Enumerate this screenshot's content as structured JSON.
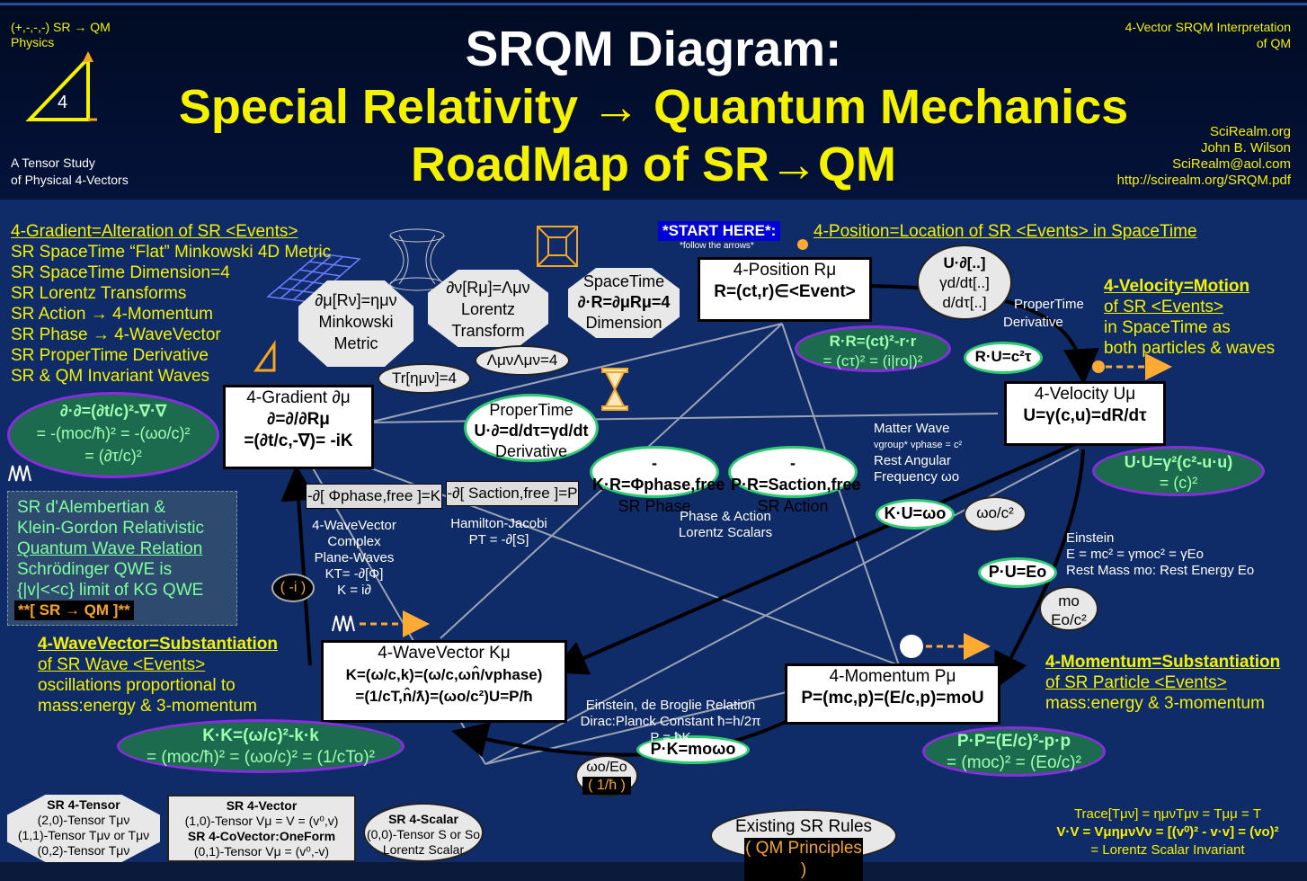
{
  "header": {
    "title": "SRQM Diagram:",
    "subtitle": "Special Relativity → Quantum Mechanics",
    "subtitle2": "RoadMap of SR→QM",
    "top_left_line1": "(+,-,-,-) SR → QM",
    "top_left_line2": "Physics",
    "tri_number": "4",
    "bottom_left_line1": "A Tensor Study",
    "bottom_left_line2": "of Physical 4-Vectors",
    "top_right_line1": "4-Vector SRQM Interpretation",
    "top_right_line2": "of QM",
    "site": "SciRealm.org",
    "author": "John B. Wilson",
    "email": "SciRealm@aol.com",
    "url": "http://scirealm.org/SRQM.pdf"
  },
  "left_list": {
    "gradient_def": "4-Gradient=Alteration of SR <Events>",
    "items": [
      "SR SpaceTime “Flat” Minkowski 4D Metric",
      "SR SpaceTime Dimension=4",
      "SR Lorentz Transforms",
      "SR Action → 4-Momentum",
      "SR Phase → 4-WaveVector",
      "SR ProperTime Derivative",
      "SR & QM Invariant Waves"
    ]
  },
  "start": {
    "label": "*START HERE*:",
    "sub": "*follow the arrows*"
  },
  "position_def": "4-Position=Location of SR <Events> in SpaceTime",
  "velocity_def": {
    "l1": "4-Velocity=Motion",
    "l2": "of SR <Events>",
    "l3": "in SpaceTime as",
    "l4": "both particles & waves"
  },
  "momentum_def": {
    "l1": "4-Momentum=Substantiation",
    "l2": "of SR Particle <Events>",
    "l3": "mass:energy & 3-momentum"
  },
  "wavevector_def": {
    "l1": "4-WaveVector=Substantiation",
    "l2": "of SR Wave <Events>",
    "l3": "oscillations proportional to",
    "l4": "mass:energy & 3-momentum"
  },
  "boxes": {
    "position": {
      "title": "4-Position Rμ",
      "formula": "R=(ct,r)∈<Event>"
    },
    "velocity": {
      "title": "4-Velocity Uμ",
      "formula": "U=γ(c,u)=dR/dτ"
    },
    "gradient": {
      "title": "4-Gradient ∂μ",
      "formula1": "∂=∂/∂Rμ",
      "formula2": "=(∂t/c,-∇)= -iK"
    },
    "wavevector": {
      "title": "4-WaveVector Kμ",
      "formula1": "K=(ω/c,k)=(ω/c,ωn̂/vphase)",
      "formula2": "=(1/cT,n̂/ƛ)=(ωo/c²)U=P/ħ"
    },
    "momentum": {
      "title": "4-Momentum Pμ",
      "formula": "P=(mc,p)=(E/c,p)=moU"
    }
  },
  "octagons": {
    "minkowski": {
      "l1": "∂μ[Rν]=ημν",
      "l2": "Minkowski",
      "l3": "Metric"
    },
    "lorentz": {
      "l1": "∂ν[Rμ]=Λμν",
      "l2": "Lorentz",
      "l3": "Transform"
    },
    "spacetime": {
      "l1": "SpaceTime",
      "l2": "∂·R=∂μRμ=4",
      "l3": "Dimension"
    }
  },
  "ovals": {
    "trace": "Tr[ημν]=4",
    "lambda": "ΛμνΛμν=4",
    "rr1": "R·R=(ct)²-r·r",
    "rr2": "= (cτ)² = (i|ro|)²",
    "ru": "R·U=c²τ",
    "ud1": "U·∂[..]",
    "ud2": "γd/dt[..]",
    "ud3": "d/dτ[..]",
    "propertime_label": "ProperTime",
    "derivative_label": "Derivative",
    "uu1": "U·U=γ²(c²-u·u)",
    "uu2": "= (c)²",
    "pt1": "ProperTime",
    "pt2": "U·∂=d/dτ=γd/dt",
    "pt3": "Derivative",
    "kr1": "-K·R=Φphase,free",
    "kr2": "SR Phase",
    "pr1": "-P·R=Saction,free",
    "pr2": "SR Action",
    "ku": "K·U=ωo",
    "woc2": "ωo/c²",
    "pu": "P·U=Eo",
    "mo1": "mo",
    "mo2": "Eo/c²",
    "dd1": "∂·∂=(∂t/c)²-∇·∇",
    "dd2": "= -(moc/ħ)² = -(ωo/c)²",
    "dd3": "= (∂τ/c)²",
    "kk1": "K·K=(ω/c)²-k·k",
    "kk2": "= (moc/ħ)² = (ωo/c)² = (1/cTo)²",
    "pp1": "P·P=(E/c)²-p·p",
    "pp2": "= (moc)² = (Eo/c)²",
    "pk": "P·K=moωo",
    "wo_eo": "ωo/Eo",
    "hbar": "( 1/ħ )",
    "minus_i": "( -i )"
  },
  "labels": {
    "phase_box": "-∂[ Φphase,free ]=K",
    "action_box": "-∂[ Saction,free ]=P",
    "wavevector_text": [
      "4-WaveVector",
      "Complex",
      "Plane-Waves",
      "KT= -∂[Φ]",
      "K = i∂"
    ],
    "hamilton": [
      "Hamilton-Jacobi",
      "PT = -∂[S]"
    ],
    "phase_action": [
      "Phase & Action",
      "Lorentz Scalars"
    ],
    "matter_wave": [
      "Matter Wave",
      "vgroup* vphase = c²",
      "Rest Angular",
      "Frequency ωo"
    ],
    "einstein": [
      "Einstein",
      "E = mc² = γmoc² = γEo",
      "Rest Mass mo: Rest Energy Eo"
    ],
    "debroglie": [
      "Einstein, de Broglie Relation",
      "Dirac:Planck Constant ħ=h/2π",
      "P = ħK"
    ],
    "dalembert": [
      "SR d'Alembertian &",
      "Klein-Gordon Relativistic",
      "Quantum Wave Relation",
      "Schrödinger QWE is",
      "{|v|<<c} limit of KG QWE"
    ],
    "srqm": "**[ SR → QM ]**"
  },
  "footer": {
    "tensor": [
      "SR 4-Tensor",
      "(2,0)-Tensor Tμν",
      "(1,1)-Tensor Tμν or Tμν",
      "(0,2)-Tensor Tμν"
    ],
    "vector": [
      "SR 4-Vector",
      "(1,0)-Tensor Vμ = V = (v⁰,v)",
      "SR 4-CoVector:OneForm",
      "(0,1)-Tensor Vμ = (v⁰,-v)"
    ],
    "scalar": [
      "SR 4-Scalar",
      "(0,0)-Tensor S or So",
      "Lorentz Scalar"
    ],
    "rules": [
      "Existing SR Rules",
      "( QM Principles )"
    ],
    "trace": [
      "Trace[Tμν] = ημνTμν = Tμμ = T",
      "V·V = VμημνVν = [(v⁰)² - v·v] = (vo)²",
      "= Lorentz Scalar Invariant"
    ]
  },
  "colors": {
    "yellow": "#f5f200",
    "panel": "#0f2b68",
    "header": "#000b22",
    "oval_green": "#1d6b4e",
    "violet": "#8a2be2"
  }
}
